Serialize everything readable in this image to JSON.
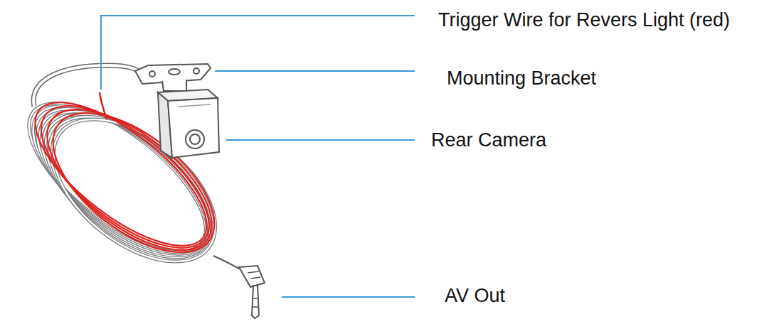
{
  "diagram": {
    "labels": [
      "Trigger Wire for Revers Light (red)",
      "Mounting Bracket",
      "Rear Camera",
      "AV Out"
    ]
  }
}
